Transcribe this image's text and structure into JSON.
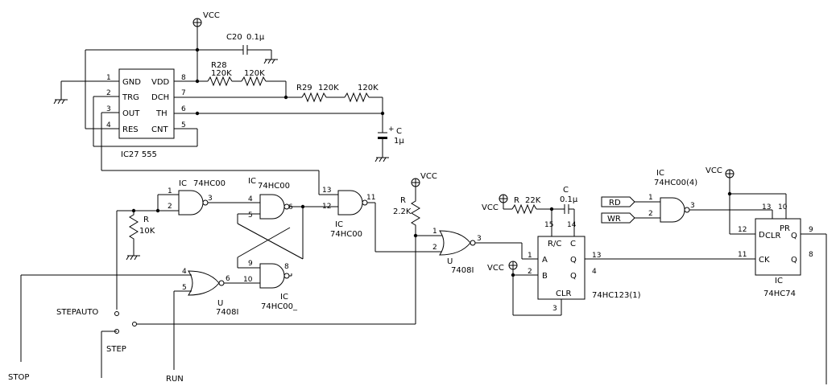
{
  "power": {
    "vcc": "VCC"
  },
  "c20": {
    "ref": "C20",
    "value": "0.1μ"
  },
  "r28": {
    "ref": "R28",
    "v1": "120K",
    "v2": "120K"
  },
  "r29": {
    "ref": "R29",
    "v1": "120K",
    "v2": "120K"
  },
  "c_timing": {
    "ref": "C",
    "value": "1μ",
    "polarity": "+"
  },
  "ic27": {
    "name": "IC27 555",
    "pins": [
      {
        "num": "1",
        "name": "GND"
      },
      {
        "num": "2",
        "name": "TRG"
      },
      {
        "num": "3",
        "name": "OUT"
      },
      {
        "num": "4",
        "name": "RES"
      },
      {
        "num": "8",
        "name": "VDD"
      },
      {
        "num": "7",
        "name": "DCH"
      },
      {
        "num": "6",
        "name": "TH"
      },
      {
        "num": "5",
        "name": "CNT"
      }
    ]
  },
  "nand_a": {
    "ic": "IC",
    "part": "74HC00",
    "p1": "1",
    "p2": "2",
    "p3": "3"
  },
  "nand_b": {
    "ic": "IC",
    "part": "74HC00",
    "p1": "4",
    "p2": "5",
    "p3": "6"
  },
  "nand_c": {
    "ic": "IC",
    "part": "74HC00_",
    "p1": "9",
    "p2": "10",
    "p3": "8"
  },
  "nand_d": {
    "ic": "IC",
    "part": "74HC00",
    "p1": "13",
    "p2": "12",
    "p3": "11"
  },
  "or_a": {
    "u": "U",
    "part": "7408I",
    "p1": "4",
    "p2": "5",
    "p3": "6"
  },
  "or_b": {
    "u": "U",
    "part": "7408I",
    "p1": "1",
    "p2": "2",
    "p3": "3"
  },
  "r_pulldown": {
    "ref": "R",
    "value": "10K"
  },
  "r_pullup": {
    "ref": "R",
    "value": "2.2K"
  },
  "r_osc": {
    "ref": "R",
    "value": "22K"
  },
  "c_osc": {
    "ref": "C",
    "value": "0.1μ"
  },
  "hc123": {
    "name": "74HC123(1)",
    "pins": {
      "a": "A",
      "b": "B",
      "q": "Q",
      "qbar": "Q",
      "rc": "R/C",
      "c": "C",
      "clr": "CLR"
    },
    "nums": {
      "p1": "1",
      "p2": "2",
      "p13": "13",
      "p4": "4",
      "p15": "15",
      "p14": "14",
      "p3": "3"
    }
  },
  "nand_io": {
    "ic": "IC",
    "part": "74HC00(4)",
    "p1": "1",
    "p2": "2",
    "p3": "3"
  },
  "io": {
    "rd": "RD",
    "wr": "WR"
  },
  "hc74": {
    "ic": "IC",
    "name": "74HC74",
    "pins": {
      "d": "D",
      "ck": "CK",
      "clr": "CLR",
      "pr": "PR",
      "q": "Q",
      "qbar": "Q"
    },
    "nums": {
      "p12": "12",
      "p11": "11",
      "p13": "13",
      "p10": "10",
      "p9": "9",
      "p8": "8"
    }
  },
  "controls": {
    "stepauto": "STEPAUTO",
    "step": "STEP",
    "stop": "STOP",
    "run": "RUN"
  }
}
